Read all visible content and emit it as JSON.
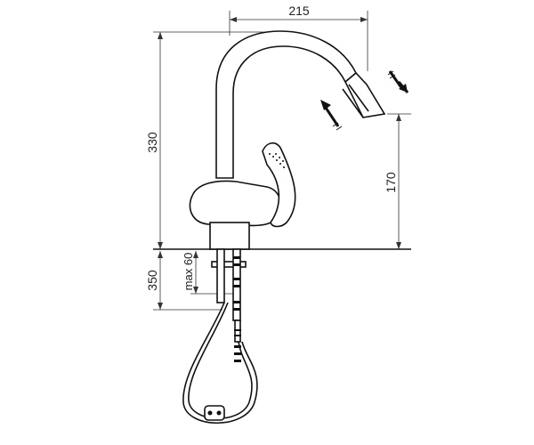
{
  "dimensions": {
    "width_top": "215",
    "height_total": "330",
    "spout_height": "170",
    "under_sink": "350",
    "max_thickness": "max 60"
  },
  "colors": {
    "line": "#111111",
    "background": "#ffffff"
  },
  "icons": [
    "water-out-arrow-icon",
    "water-in-arrow-icon"
  ]
}
